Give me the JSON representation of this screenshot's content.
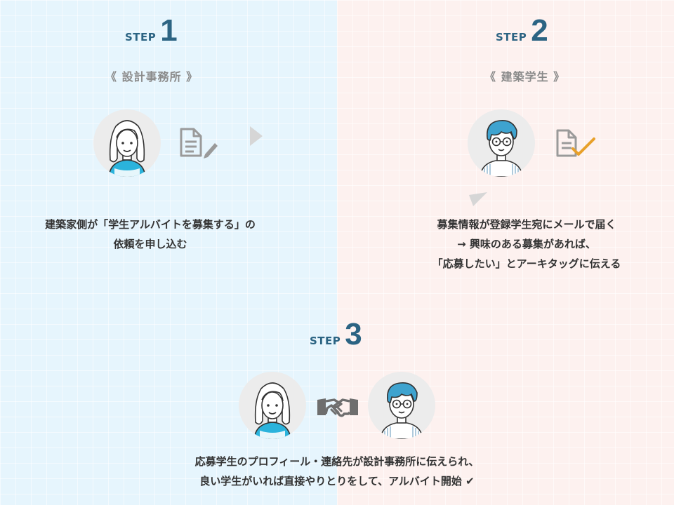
{
  "step1": {
    "step_label": "STEP",
    "step_number": "1",
    "role": "《 設計事務所 》",
    "desc_line1": "建築家側が「学生アルバイトを募集する」の",
    "desc_line2": "依頼を申し込む"
  },
  "step2": {
    "step_label": "STEP",
    "step_number": "2",
    "role": "《 建築学生 》",
    "desc_line1": "募集情報が登録学生宛にメールで届く",
    "desc_line2": "→ 興味のある募集があれば、",
    "desc_line3": "「応募したい」とアーキタッグに伝える"
  },
  "step3": {
    "step_label": "STEP",
    "step_number": "3",
    "desc_line1": "応募学生のプロフィール・連絡先が設計事務所に伝えられ、",
    "desc_line2": "良い学生がいれば直接やりとりをして、アルバイト開始 ✔"
  },
  "colors": {
    "left_bg": "#e6f5fd",
    "right_bg": "#fdf1ef",
    "step_color": "#2c6483",
    "hair_blue": "#3ea3cf",
    "check_orange": "#e8a02a"
  }
}
